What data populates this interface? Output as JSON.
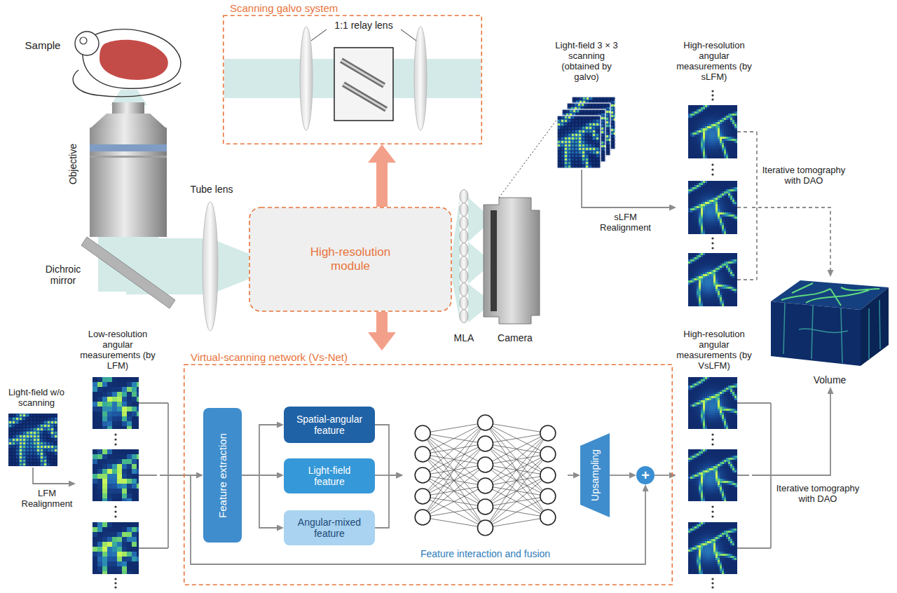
{
  "diagram": {
    "nodes": [
      {
        "text": [
          "Scanning galvo system"
        ]
      },
      {
        "text": [
          "High-resolution module"
        ]
      },
      {
        "text": [
          "Light-field 3 × 3 scanning (obtained by galvo)"
        ]
      },
      {
        "text": [
          "High-resolution angular measurements (by sLFM)"
        ]
      },
      {
        "text": [
          "Volume"
        ]
      },
      {
        "text": [
          "Light-field w/o scanning"
        ]
      },
      {
        "text": [
          "Low-resolution angular measurements (by LFM)"
        ]
      },
      {
        "text": [
          "Virtual-scanning network (Vs-Net)"
        ]
      },
      {
        "text": [
          "Feature extraction"
        ],
        "in": 7
      },
      {
        "text": [
          "Spatial-angular feature"
        ],
        "in": 7
      },
      {
        "text": [
          "Light-field feature"
        ],
        "in": 7
      },
      {
        "text": [
          "Angular-mixed feature"
        ],
        "in": 7
      },
      {
        "text": [
          "Feature interaction and fusion"
        ],
        "in": 7
      },
      {
        "text": [
          "Upsampling"
        ],
        "in": 7
      },
      {
        "text": [
          "+"
        ],
        "in": 7
      },
      {
        "text": [
          "High-resolution angular measurements (by VsLFM)"
        ]
      }
    ],
    "edges": [
      {
        "from": 1,
        "to": 0,
        "arrow": "to"
      },
      {
        "from": 1,
        "to": 7,
        "arrow": "to"
      },
      {
        "from": 2,
        "to": 3,
        "label": "sLFM Realignment",
        "arrow": "to"
      },
      {
        "from": 3,
        "to": 4,
        "label": "Iterative tomography with DAO",
        "arrow": "to"
      },
      {
        "from": 5,
        "to": 6,
        "label": "LFM Realignment",
        "arrow": "to"
      },
      {
        "from": 6,
        "to": 8,
        "arrow": "to"
      },
      {
        "from": 8,
        "to": 9,
        "arrow": "to"
      },
      {
        "from": 8,
        "to": 10,
        "arrow": "to"
      },
      {
        "from": 8,
        "to": 11,
        "arrow": "to"
      },
      {
        "from": 9,
        "to": 12,
        "arrow": "to"
      },
      {
        "from": 10,
        "to": 12,
        "arrow": "to"
      },
      {
        "from": 11,
        "to": 12,
        "arrow": "to"
      },
      {
        "from": 12,
        "to": 13,
        "arrow": "to"
      },
      {
        "from": 13,
        "to": 14,
        "arrow": "to"
      },
      {
        "from": 6,
        "to": 14,
        "arrow": "to"
      },
      {
        "from": 14,
        "to": 15,
        "arrow": "to"
      },
      {
        "from": 15,
        "to": 4,
        "label": "Iterative tomography with DAO",
        "arrow": "to"
      }
    ],
    "labels": [
      "1:1 relay lens",
      "Sample",
      "Objective",
      "Tube lens",
      "Dichroic mirror",
      "MLA",
      "Camera"
    ]
  }
}
